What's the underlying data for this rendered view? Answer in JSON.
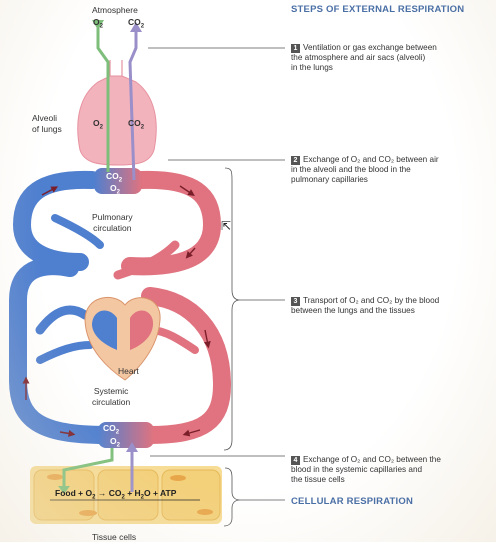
{
  "labels": {
    "atmosphere": "Atmosphere",
    "o2": "O",
    "co2": "CO",
    "sub2": "2",
    "alveoli_line1": "Alveoli",
    "alveoli_line2": "of lungs",
    "pulmonary_line1": "Pulmonary",
    "pulmonary_line2": "circulation",
    "heart": "Heart",
    "systemic_line1": "Systemic",
    "systemic_line2": "circulation",
    "tissue_cells": "Tissue cells"
  },
  "equation": {
    "food": "Food",
    "plus": "+",
    "o2": "O",
    "arrow": "→",
    "co2": "CO",
    "h2o_h": "H",
    "h2o_o": "O",
    "atp": "ATP",
    "sub2": "2"
  },
  "steps_heading": "STEPS OF EXTERNAL RESPIRATION",
  "steps": [
    {
      "number": "1",
      "lines": [
        "Ventilation or gas exchange between",
        "the atmosphere and air sacs (alveoli)",
        "in the lungs"
      ]
    },
    {
      "number": "2",
      "lines": [
        "Exchange of O₂ and CO₂ between air",
        "in the alveoli and the blood in the",
        "pulmonary capillaries"
      ]
    },
    {
      "number": "3",
      "lines": [
        "Transport of O₂ and CO₂ by the blood",
        "between the lungs and the tissues"
      ]
    },
    {
      "number": "4",
      "lines": [
        "Exchange of O₂ and CO₂ between the",
        "blood in the systemic capillaries and",
        "the tissue cells"
      ]
    }
  ],
  "cellular_respiration": "CELLULAR RESPIRATION",
  "colors": {
    "o2_arrow": "#7dbf7a",
    "co2_arrow": "#9a8fc9",
    "oxygenated": "#e0737f",
    "deoxygenated": "#4f7fcf",
    "lungs": "#f2b3bd",
    "tissue": "#f3d07a",
    "heading": "#4a6fa5"
  },
  "icons": {
    "cursor": "mouse-cursor-icon"
  }
}
